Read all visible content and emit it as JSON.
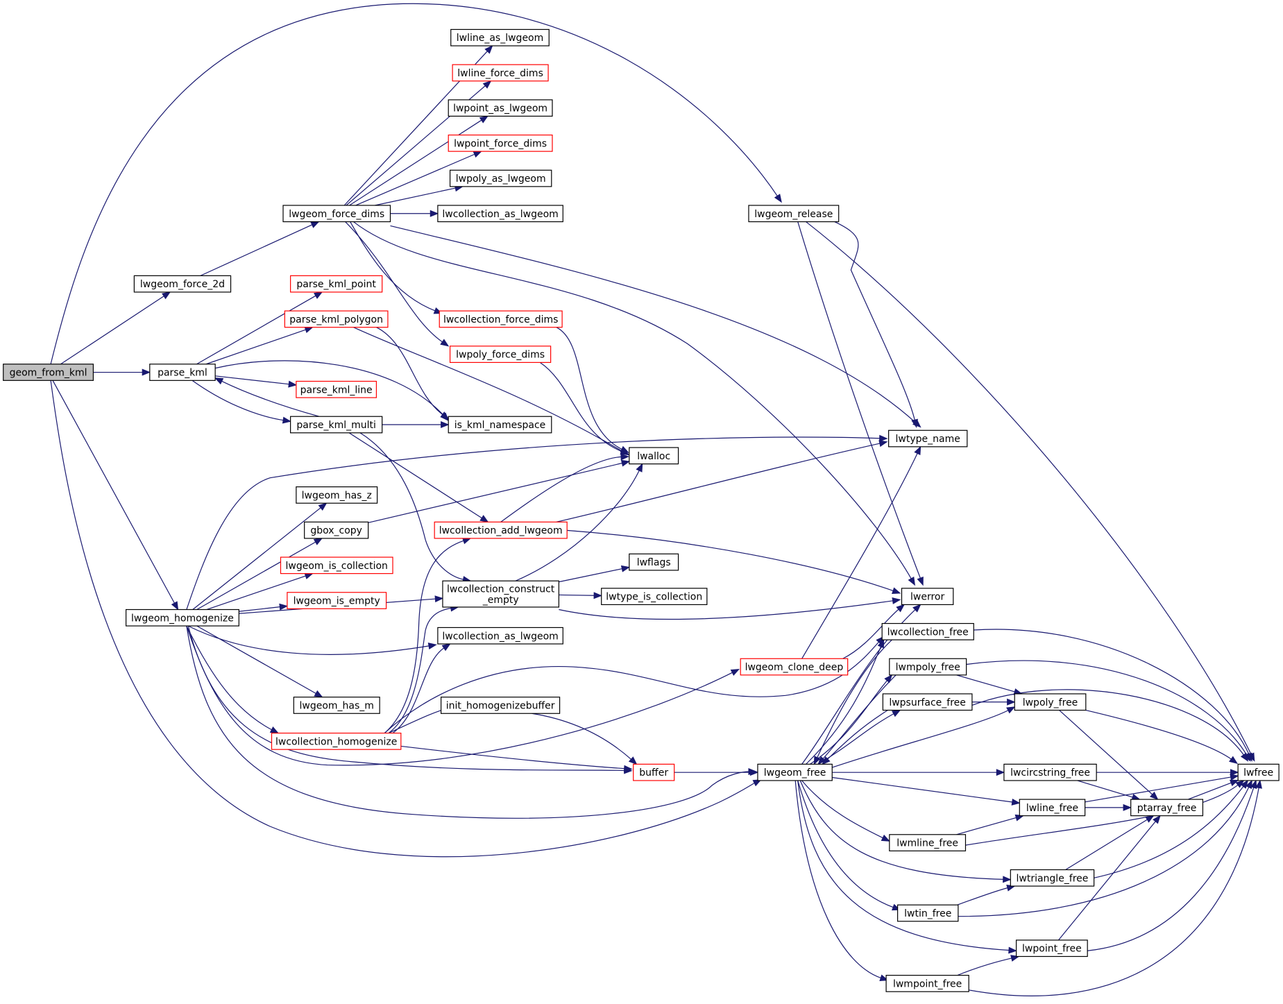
{
  "colors": {
    "edge": "#191970",
    "border_normal": "#000000",
    "border_truncated": "#ff0000",
    "fill_normal": "#ffffff",
    "fill_root": "#bfbfbf"
  },
  "nodes": {
    "geom_from_kml": {
      "label": "geom_from_kml",
      "style": "root"
    },
    "lwgeom_force_2d": {
      "label": "lwgeom_force_2d",
      "style": "normal"
    },
    "parse_kml": {
      "label": "parse_kml",
      "style": "normal"
    },
    "lwgeom_homogenize": {
      "label": "lwgeom_homogenize",
      "style": "normal"
    },
    "lwgeom_release": {
      "label": "lwgeom_release",
      "style": "normal"
    },
    "lwgeom_free": {
      "label": "lwgeom_free",
      "style": "normal"
    },
    "lwgeom_force_dims": {
      "label": "lwgeom_force_dims",
      "style": "normal"
    },
    "lwline_as_lwgeom": {
      "label": "lwline_as_lwgeom",
      "style": "normal"
    },
    "lwline_force_dims": {
      "label": "lwline_force_dims",
      "style": "truncated"
    },
    "lwpoint_as_lwgeom": {
      "label": "lwpoint_as_lwgeom",
      "style": "normal"
    },
    "lwpoint_force_dims": {
      "label": "lwpoint_force_dims",
      "style": "truncated"
    },
    "lwpoly_as_lwgeom": {
      "label": "lwpoly_as_lwgeom",
      "style": "normal"
    },
    "lwcollection_as_lwgeom_top": {
      "label": "lwcollection_as_lwgeom",
      "style": "normal"
    },
    "lwcollection_force_dims": {
      "label": "lwcollection_force_dims",
      "style": "truncated"
    },
    "lwpoly_force_dims": {
      "label": "lwpoly_force_dims",
      "style": "truncated"
    },
    "parse_kml_point": {
      "label": "parse_kml_point",
      "style": "truncated"
    },
    "parse_kml_polygon": {
      "label": "parse_kml_polygon",
      "style": "truncated"
    },
    "parse_kml_line": {
      "label": "parse_kml_line",
      "style": "truncated"
    },
    "parse_kml_multi": {
      "label": "parse_kml_multi",
      "style": "normal"
    },
    "is_kml_namespace": {
      "label": "is_kml_namespace",
      "style": "normal"
    },
    "lwalloc": {
      "label": "lwalloc",
      "style": "normal"
    },
    "lwtype_name": {
      "label": "lwtype_name",
      "style": "normal"
    },
    "lwerror": {
      "label": "lwerror",
      "style": "normal"
    },
    "lwgeom_has_z": {
      "label": "lwgeom_has_z",
      "style": "normal"
    },
    "gbox_copy": {
      "label": "gbox_copy",
      "style": "normal"
    },
    "lwgeom_is_collection": {
      "label": "lwgeom_is_collection",
      "style": "truncated"
    },
    "lwgeom_is_empty": {
      "label": "lwgeom_is_empty",
      "style": "truncated"
    },
    "lwcollection_add_lwgeom": {
      "label": "lwcollection_add_lwgeom",
      "style": "truncated"
    },
    "lwflags": {
      "label": "lwflags",
      "style": "normal"
    },
    "lwcollection_construct_empty": {
      "label": "lwcollection_construct\n_empty",
      "style": "normal"
    },
    "lwtype_is_collection": {
      "label": "lwtype_is_collection",
      "style": "normal"
    },
    "lwcollection_as_lwgeom": {
      "label": "lwcollection_as_lwgeom",
      "style": "normal"
    },
    "lwgeom_has_m": {
      "label": "lwgeom_has_m",
      "style": "normal"
    },
    "init_homogenizebuffer": {
      "label": "init_homogenizebuffer",
      "style": "normal"
    },
    "lwcollection_homogenize": {
      "label": "lwcollection_homogenize",
      "style": "truncated"
    },
    "buffer": {
      "label": "buffer",
      "style": "truncated"
    },
    "lwgeom_clone_deep": {
      "label": "lwgeom_clone_deep",
      "style": "truncated"
    },
    "lwcollection_free": {
      "label": "lwcollection_free",
      "style": "normal"
    },
    "lwmpoly_free": {
      "label": "lwmpoly_free",
      "style": "normal"
    },
    "lwpsurface_free": {
      "label": "lwpsurface_free",
      "style": "normal"
    },
    "lwpoly_free": {
      "label": "lwpoly_free",
      "style": "normal"
    },
    "lwcircstring_free": {
      "label": "lwcircstring_free",
      "style": "normal"
    },
    "lwline_free": {
      "label": "lwline_free",
      "style": "normal"
    },
    "ptarray_free": {
      "label": "ptarray_free",
      "style": "normal"
    },
    "lwmline_free": {
      "label": "lwmline_free",
      "style": "normal"
    },
    "lwtriangle_free": {
      "label": "lwtriangle_free",
      "style": "normal"
    },
    "lwtin_free": {
      "label": "lwtin_free",
      "style": "normal"
    },
    "lwpoint_free": {
      "label": "lwpoint_free",
      "style": "normal"
    },
    "lwmpoint_free": {
      "label": "lwmpoint_free",
      "style": "normal"
    },
    "lwfree": {
      "label": "lwfree",
      "style": "normal"
    }
  },
  "edges": [
    [
      "geom_from_kml",
      "lwgeom_release"
    ],
    [
      "geom_from_kml",
      "lwgeom_force_2d"
    ],
    [
      "geom_from_kml",
      "parse_kml"
    ],
    [
      "geom_from_kml",
      "lwgeom_homogenize"
    ],
    [
      "geom_from_kml",
      "lwgeom_free"
    ],
    [
      "lwgeom_force_2d",
      "lwgeom_force_dims"
    ],
    [
      "lwgeom_force_dims",
      "lwline_as_lwgeom"
    ],
    [
      "lwgeom_force_dims",
      "lwline_force_dims"
    ],
    [
      "lwgeom_force_dims",
      "lwpoint_as_lwgeom"
    ],
    [
      "lwgeom_force_dims",
      "lwpoint_force_dims"
    ],
    [
      "lwgeom_force_dims",
      "lwpoly_as_lwgeom"
    ],
    [
      "lwgeom_force_dims",
      "lwcollection_as_lwgeom_top"
    ],
    [
      "lwgeom_force_dims",
      "lwcollection_force_dims"
    ],
    [
      "lwgeom_force_dims",
      "lwpoly_force_dims"
    ],
    [
      "lwgeom_force_dims",
      "lwtype_name"
    ],
    [
      "lwgeom_force_dims",
      "lwerror"
    ],
    [
      "lwcollection_force_dims",
      "lwalloc"
    ],
    [
      "lwpoly_force_dims",
      "lwalloc"
    ],
    [
      "parse_kml",
      "parse_kml_point"
    ],
    [
      "parse_kml",
      "parse_kml_polygon"
    ],
    [
      "parse_kml",
      "parse_kml_line"
    ],
    [
      "parse_kml",
      "parse_kml_multi"
    ],
    [
      "parse_kml",
      "is_kml_namespace"
    ],
    [
      "parse_kml_polygon",
      "is_kml_namespace"
    ],
    [
      "parse_kml_polygon",
      "lwalloc"
    ],
    [
      "parse_kml_multi",
      "parse_kml"
    ],
    [
      "parse_kml_multi",
      "is_kml_namespace"
    ],
    [
      "parse_kml_multi",
      "lwcollection_add_lwgeom"
    ],
    [
      "parse_kml_multi",
      "lwcollection_construct_empty"
    ],
    [
      "lwgeom_release",
      "lwtype_name"
    ],
    [
      "lwgeom_release",
      "lwerror"
    ],
    [
      "lwgeom_release",
      "lwfree"
    ],
    [
      "lwgeom_homogenize",
      "lwtype_name"
    ],
    [
      "lwgeom_homogenize",
      "lwgeom_has_z"
    ],
    [
      "lwgeom_homogenize",
      "gbox_copy"
    ],
    [
      "lwgeom_homogenize",
      "lwgeom_is_collection"
    ],
    [
      "lwgeom_homogenize",
      "lwgeom_is_empty"
    ],
    [
      "lwgeom_homogenize",
      "lwcollection_construct_empty"
    ],
    [
      "lwgeom_homogenize",
      "lwcollection_as_lwgeom"
    ],
    [
      "lwgeom_homogenize",
      "lwgeom_has_m"
    ],
    [
      "lwgeom_homogenize",
      "lwcollection_homogenize"
    ],
    [
      "lwgeom_homogenize",
      "lwgeom_clone_deep"
    ],
    [
      "lwgeom_homogenize",
      "buffer"
    ],
    [
      "lwgeom_homogenize",
      "lwgeom_free"
    ],
    [
      "gbox_copy",
      "lwalloc"
    ],
    [
      "lwcollection_add_lwgeom",
      "lwalloc"
    ],
    [
      "lwcollection_add_lwgeom",
      "lwtype_name"
    ],
    [
      "lwcollection_add_lwgeom",
      "lwerror"
    ],
    [
      "lwcollection_construct_empty",
      "lwalloc"
    ],
    [
      "lwcollection_construct_empty",
      "lwflags"
    ],
    [
      "lwcollection_construct_empty",
      "lwtype_is_collection"
    ],
    [
      "lwcollection_construct_empty",
      "lwerror"
    ],
    [
      "lwcollection_homogenize",
      "lwcollection_add_lwgeom"
    ],
    [
      "lwcollection_homogenize",
      "lwcollection_construct_empty"
    ],
    [
      "lwcollection_homogenize",
      "lwcollection_as_lwgeom"
    ],
    [
      "lwcollection_homogenize",
      "init_homogenizebuffer"
    ],
    [
      "lwcollection_homogenize",
      "buffer"
    ],
    [
      "lwcollection_homogenize",
      "lwcollection_free"
    ],
    [
      "init_homogenizebuffer",
      "buffer"
    ],
    [
      "buffer",
      "lwgeom_free"
    ],
    [
      "lwgeom_clone_deep",
      "lwtype_name"
    ],
    [
      "lwgeom_clone_deep",
      "lwerror"
    ],
    [
      "lwgeom_free",
      "lwerror"
    ],
    [
      "lwgeom_free",
      "lwcollection_free"
    ],
    [
      "lwgeom_free",
      "lwmpoly_free"
    ],
    [
      "lwgeom_free",
      "lwpsurface_free"
    ],
    [
      "lwgeom_free",
      "lwpoly_free"
    ],
    [
      "lwgeom_free",
      "lwcircstring_free"
    ],
    [
      "lwgeom_free",
      "lwline_free"
    ],
    [
      "lwgeom_free",
      "lwmline_free"
    ],
    [
      "lwgeom_free",
      "lwtriangle_free"
    ],
    [
      "lwgeom_free",
      "lwtin_free"
    ],
    [
      "lwgeom_free",
      "lwpoint_free"
    ],
    [
      "lwgeom_free",
      "lwmpoint_free"
    ],
    [
      "lwcollection_free",
      "lwgeom_free"
    ],
    [
      "lwcollection_free",
      "lwfree"
    ],
    [
      "lwmpoly_free",
      "lwgeom_free"
    ],
    [
      "lwmpoly_free",
      "lwpoly_free"
    ],
    [
      "lwmpoly_free",
      "lwfree"
    ],
    [
      "lwpsurface_free",
      "lwgeom_free"
    ],
    [
      "lwpsurface_free",
      "lwpoly_free"
    ],
    [
      "lwpsurface_free",
      "lwfree"
    ],
    [
      "lwpoly_free",
      "ptarray_free"
    ],
    [
      "lwpoly_free",
      "lwfree"
    ],
    [
      "lwcircstring_free",
      "ptarray_free"
    ],
    [
      "lwcircstring_free",
      "lwfree"
    ],
    [
      "lwline_free",
      "ptarray_free"
    ],
    [
      "lwline_free",
      "lwfree"
    ],
    [
      "ptarray_free",
      "lwfree"
    ],
    [
      "lwmline_free",
      "lwline_free"
    ],
    [
      "lwmline_free",
      "lwfree"
    ],
    [
      "lwtriangle_free",
      "ptarray_free"
    ],
    [
      "lwtriangle_free",
      "lwfree"
    ],
    [
      "lwtin_free",
      "lwtriangle_free"
    ],
    [
      "lwtin_free",
      "lwfree"
    ],
    [
      "lwpoint_free",
      "ptarray_free"
    ],
    [
      "lwpoint_free",
      "lwfree"
    ],
    [
      "lwmpoint_free",
      "lwpoint_free"
    ],
    [
      "lwmpoint_free",
      "lwfree"
    ]
  ]
}
